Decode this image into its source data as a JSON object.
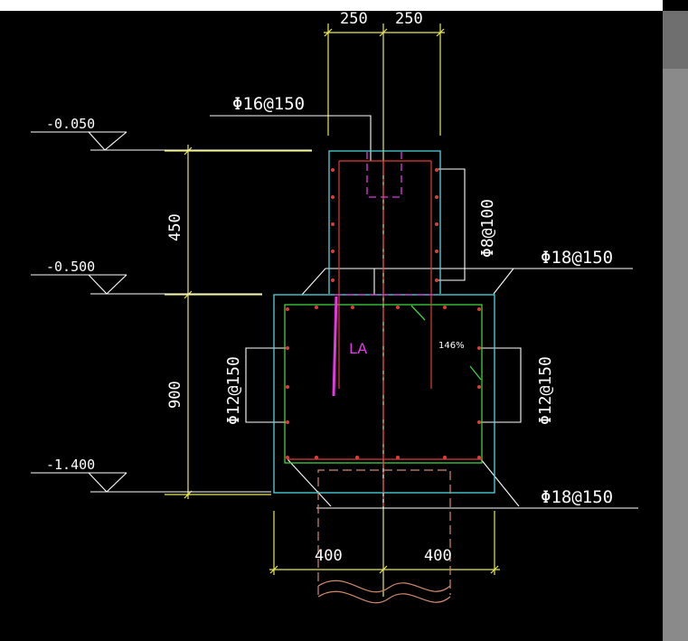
{
  "colors": {
    "background": "#000000",
    "dimension": "#e8e85a",
    "white_line": "#ffffff",
    "cyan_outline": "#4fd8e0",
    "red_rebar": "#e23a3a",
    "green_rebar": "#3fd23f",
    "magenta": "#e23ae2",
    "pile": "#d08a6a",
    "text": "#ffffff"
  },
  "dimensions": {
    "top_left_width": "250",
    "top_right_width": "250",
    "upper_height": "450",
    "lower_height": "900",
    "bottom_left_width": "400",
    "bottom_right_width": "400"
  },
  "elevations": {
    "top": "-0.050",
    "middle": "-0.500",
    "bottom": "-1.400"
  },
  "rebar_labels": {
    "top_bar": "Φ16@150",
    "stirrup_upper": "Φ8@100",
    "top_mesh": "Φ18@150",
    "side_left": "Φ12@150",
    "side_right": "Φ12@150",
    "bottom_mesh": "Φ18@150"
  },
  "annotations": {
    "anchor_label": "LA",
    "ratio_label": "146%"
  }
}
